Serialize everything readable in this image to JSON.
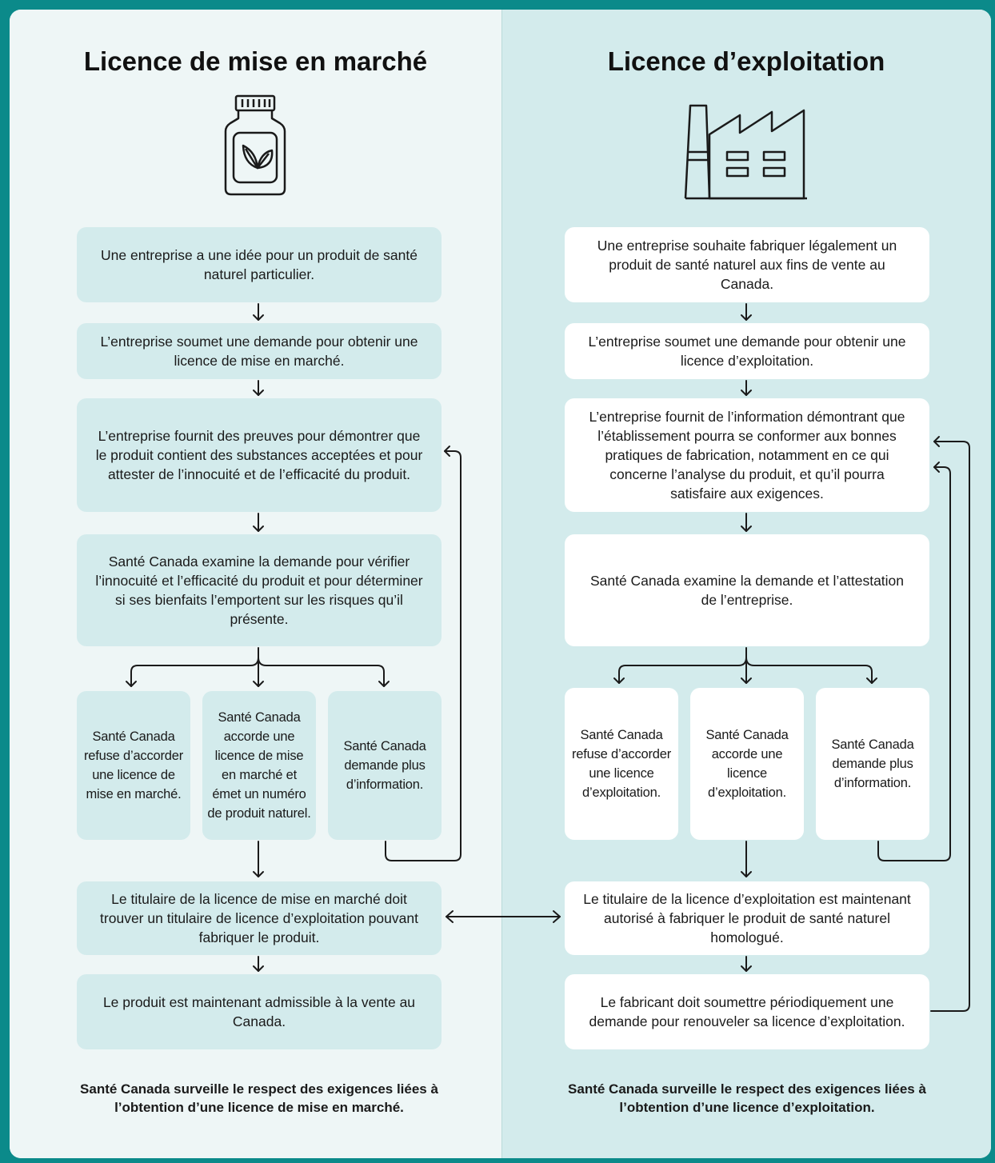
{
  "left": {
    "title": "Licence de mise en marché",
    "icon": "supplement-bottle-icon",
    "steps": [
      "Une entreprise a une idée pour un produit de santé naturel particulier.",
      "L’entreprise soumet une demande pour obtenir une licence de mise en marché.",
      "L’entreprise fournit des preuves pour démontrer que le produit contient des substances acceptées et pour attester de l’innocuité et de l’efficacité du produit.",
      "Santé Canada examine la demande pour vérifier l’innocuité et l’efficacité du produit et pour déterminer si ses bienfaits l’emportent sur les risques qu’il présente."
    ],
    "outcomes": [
      "Santé Canada refuse d’accorder une licence de mise en marché.",
      "Santé Canada accorde une licence de mise en marché et émet un numéro de produit naturel.",
      "Santé Canada demande plus d’information."
    ],
    "after": [
      "Le titulaire de la licence de mise en marché doit trouver un titulaire de licence d’exploitation pouvant fabriquer le produit.",
      "Le produit est maintenant admissible à la vente au Canada."
    ],
    "note": "Santé Canada surveille le respect des exigences liées à l’obtention d’une licence de mise en marché."
  },
  "right": {
    "title": "Licence d’exploitation",
    "icon": "factory-icon",
    "steps": [
      "Une entreprise souhaite fabriquer légalement un produit de santé naturel aux fins de vente au Canada.",
      "L’entreprise soumet une demande pour obtenir une licence d’exploitation.",
      "L’entreprise fournit de l’information démontrant que l’établissement pourra se conformer aux bonnes pratiques de fabrication, notamment en ce qui concerne l’analyse du produit, et qu’il pourra satisfaire aux exigences.",
      "Santé Canada examine la demande et l’attestation de l’entreprise."
    ],
    "outcomes": [
      "Santé Canada refuse d’accorder une licence d’exploitation.",
      "Santé Canada accorde une licence d’exploitation.",
      "Santé Canada demande plus d’information."
    ],
    "after": [
      "Le titulaire de la licence d’exploitation est maintenant autorisé à fabriquer le produit de santé naturel homologué.",
      "Le fabricant doit soumettre périodiquement une demande pour renouveler sa licence d’exploitation."
    ],
    "note": "Santé Canada surveille le respect des exigences liées à l’obtention d’une licence d’exploitation."
  },
  "colors": {
    "border": "#0b8a8a",
    "left_bg": "#eef6f6",
    "right_bg": "#d3ebec",
    "left_box": "#d3ebec",
    "right_box": "#ffffff"
  }
}
